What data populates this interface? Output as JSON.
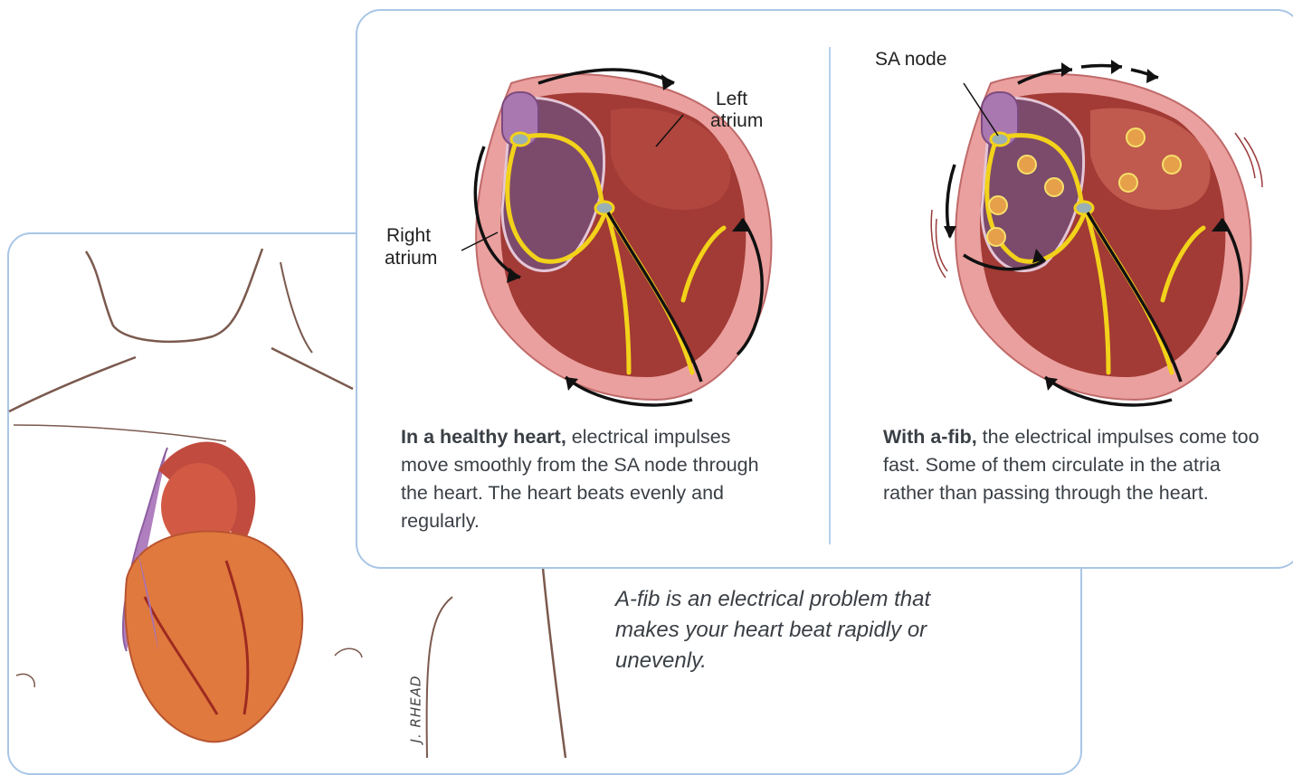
{
  "healthy": {
    "caption_bold": "In a healthy heart,",
    "caption_text": " electrical impulses move smoothly from the SA node through the heart. The heart beats evenly and regularly.",
    "label_left_atrium_1": "Left",
    "label_left_atrium_2": "atrium",
    "label_right_atrium_1": "Right",
    "label_right_atrium_2": "atrium"
  },
  "afib": {
    "caption_bold": "With a-fib,",
    "caption_text": " the electrical impulses come too fast. Some of them circulate in the atria rather than passing through the heart.",
    "label_sa_node": "SA node"
  },
  "note": "A-fib is an electrical problem that makes your heart beat rapidly or unevenly.",
  "signature": "J. RHEAD",
  "colors": {
    "panel_border": "#a9c6e6",
    "impulse_yellow": "#f2d21a",
    "heart_outer": "#e8a1a1",
    "heart_inner": "#a8403a",
    "atrium": "#7a4a6a"
  }
}
